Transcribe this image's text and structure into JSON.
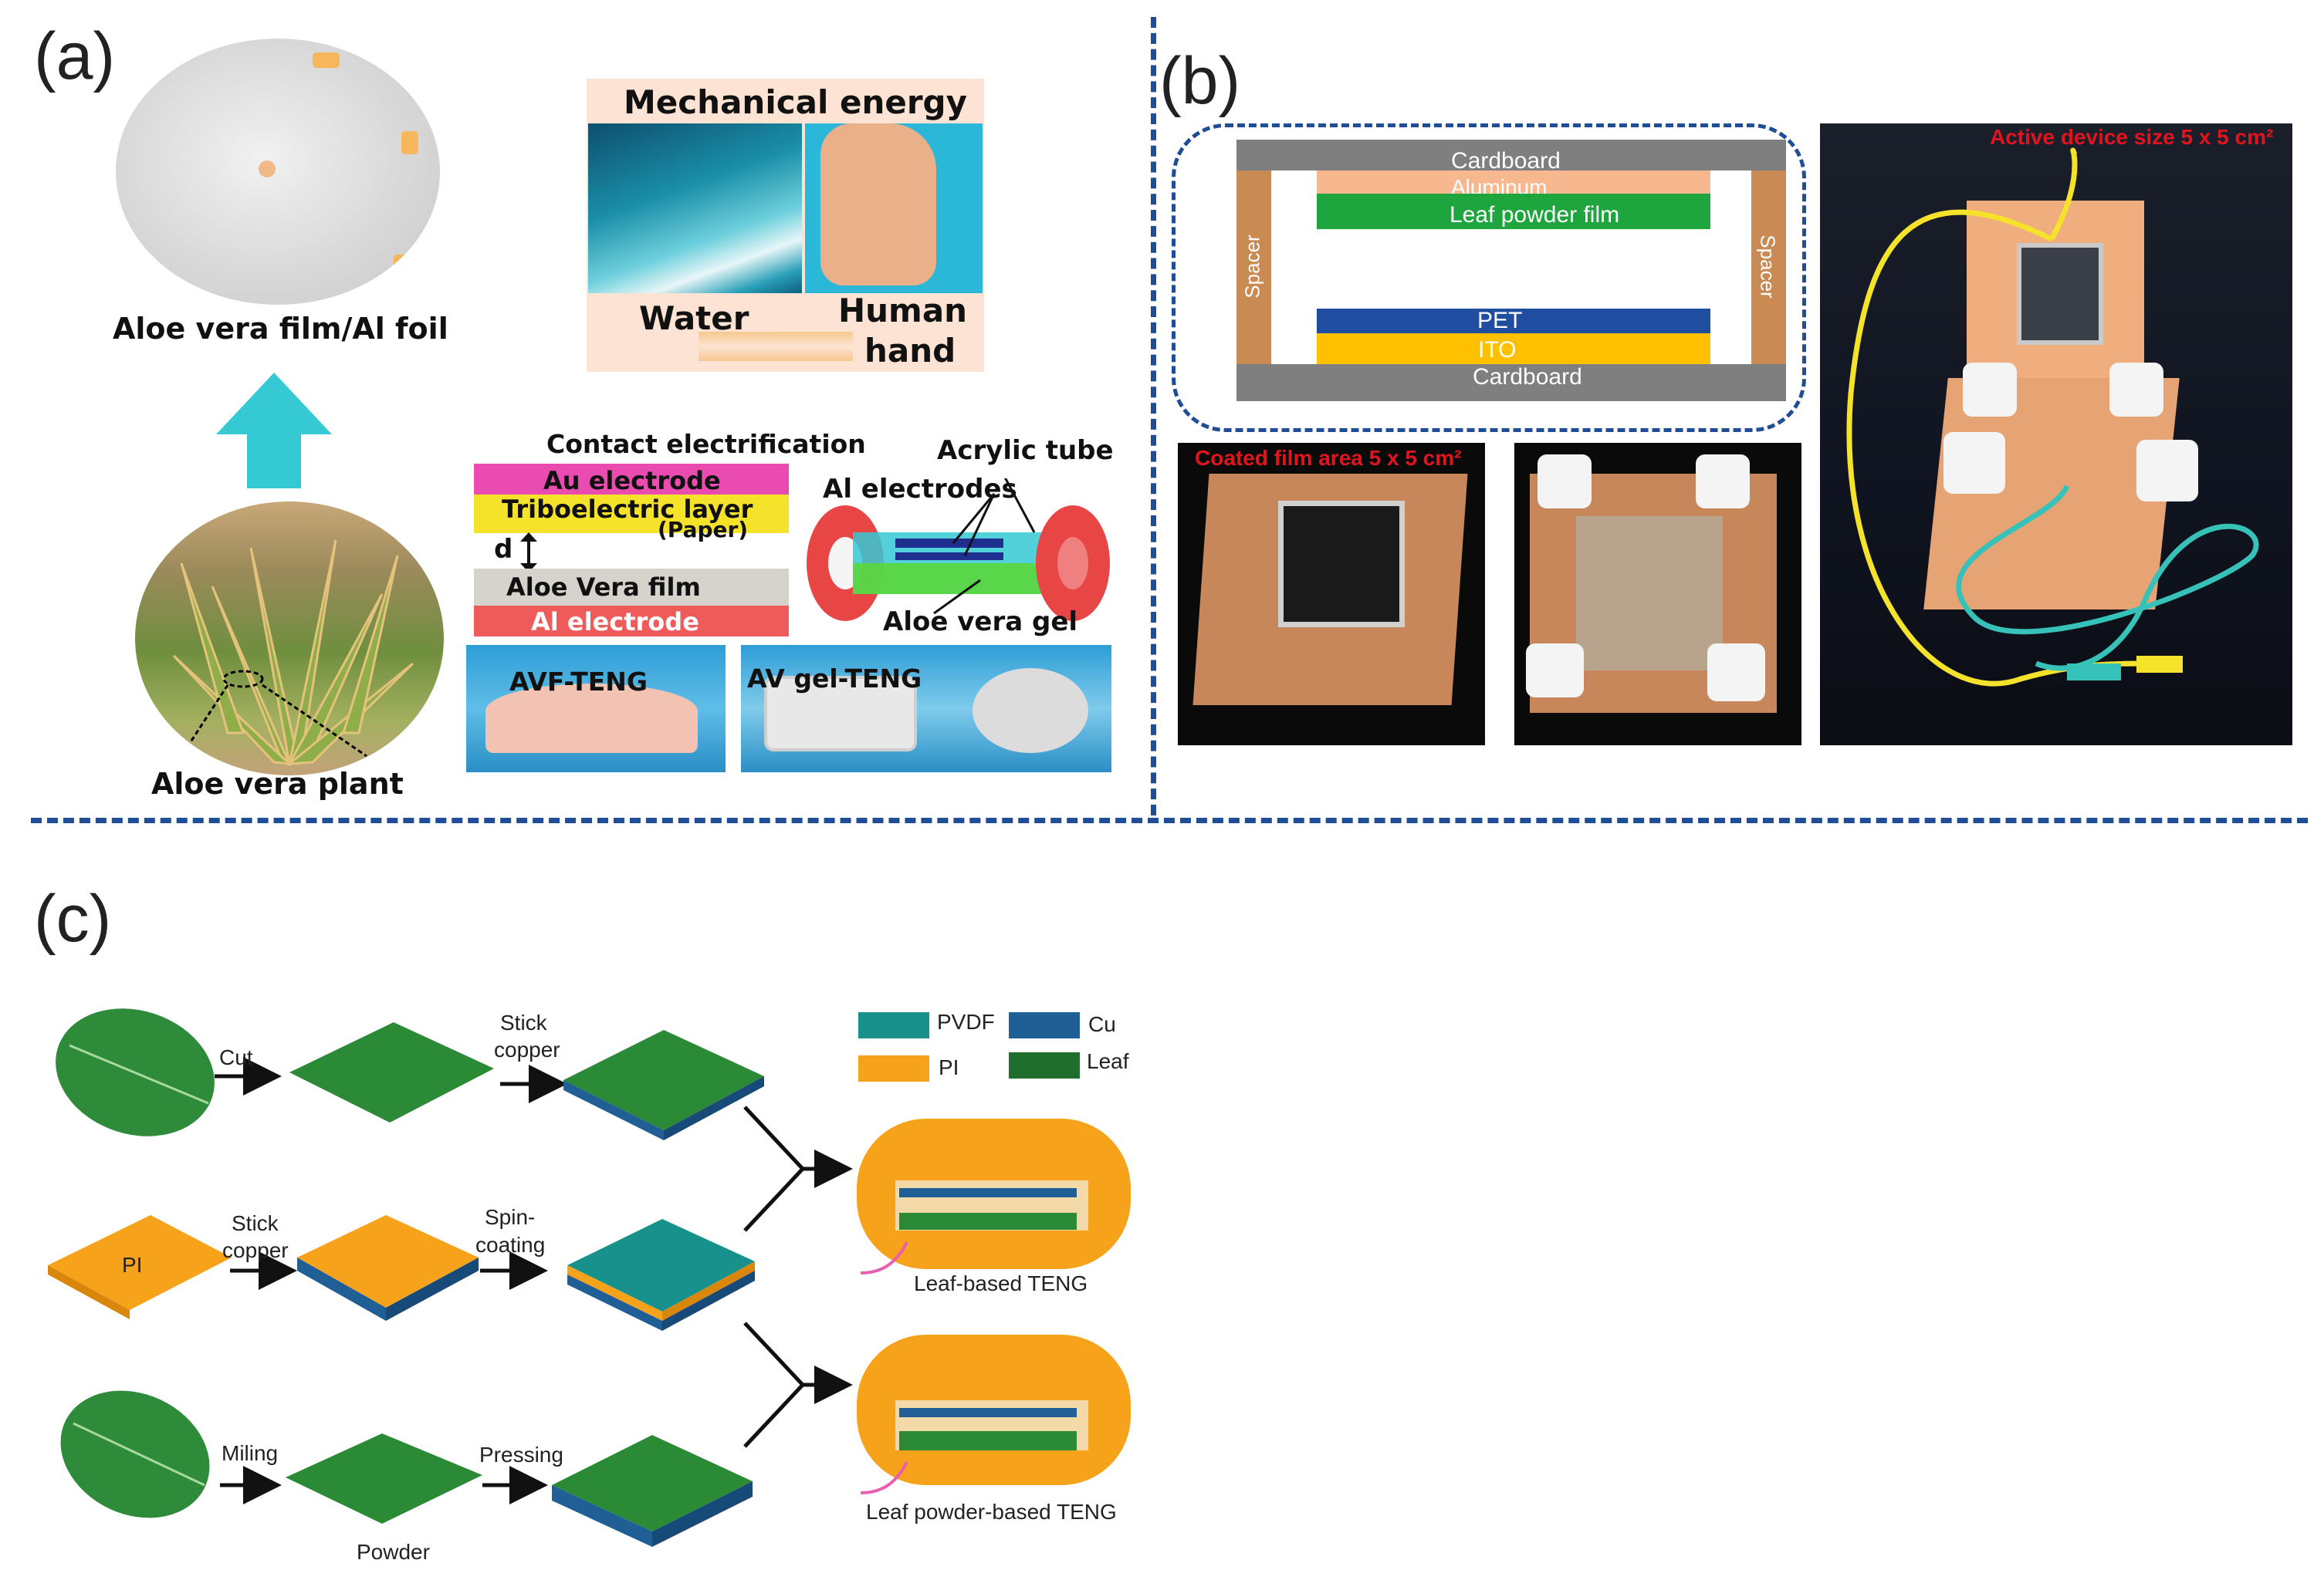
{
  "panels": {
    "a": "(a)",
    "b": "(b)",
    "c": "(c)"
  },
  "panel_a": {
    "film_label": "Aloe vera film/Al foil",
    "plant_label": "Aloe vera plant",
    "mech_title": "Mechanical energy",
    "water_label": "Water",
    "human_label": "Human",
    "hand_label": "hand",
    "contact_label": "Contact electrification",
    "au_electrode": "Au electrode",
    "tribo_layer": "Triboelectric layer",
    "paper": "(Paper)",
    "d_label": "d",
    "aloe_film": "Aloe Vera film",
    "al_electrode": "Al electrode",
    "acrylic_tube": "Acrylic tube",
    "al_electrodes": "Al electrodes",
    "aloe_gel": "Aloe vera gel",
    "avf_teng": "AVF-TENG",
    "avgel_teng": "AV gel-TENG"
  },
  "panel_b": {
    "cardboard_top": "Cardboard",
    "aluminum": "Aluminum",
    "leaf_film": "Leaf powder film",
    "pet": "PET",
    "ito": "ITO",
    "cardboard_bottom": "Cardboard",
    "spacer_left": "Spacer",
    "spacer_right": "Spacer",
    "active_device": "Active device size 5 x 5 cm²",
    "coated_film": "Coated film area 5 x 5 cm²"
  },
  "panel_c": {
    "cut": "Cut",
    "stick1": "Stick",
    "copper1": "copper",
    "stick2": "Stick",
    "copper2": "copper",
    "spin1": "Spin-",
    "spin2": "coating",
    "pi_plate": "PI",
    "miling": "Miling",
    "pressing": "Pressing",
    "powder": "Powder",
    "legend": {
      "pvdf": "PVDF",
      "cu": "Cu",
      "pi": "PI",
      "leaf": "Leaf"
    },
    "leaf_teng": "Leaf-based TENG",
    "powder_teng": "Leaf powder-based TENG"
  },
  "colors": {
    "divider": "#1f4e96",
    "arrow_cyan": "#35c9d3",
    "cardboard": "#7f7f7f",
    "aluminum": "#f7b88f",
    "leaf_green": "#1fa53d",
    "pet_blue": "#1f4ea0",
    "ito_yellow": "#ffc000",
    "pvdf": "#18918c",
    "cu": "#1f5f96",
    "pi": "#f7a21b",
    "leaf": "#1f6e2d"
  }
}
